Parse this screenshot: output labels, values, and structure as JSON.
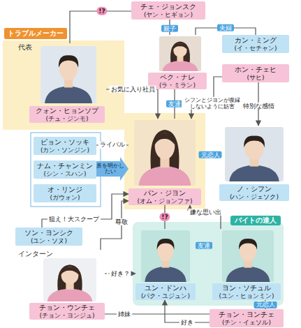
{
  "diagram": {
    "nodes": [
      {
        "text": [
          "チェ・ジョンスク",
          "(ヤン・ヒギョン)"
        ]
      },
      {
        "text": [
          "ペク・ナレ",
          "(ラ・ミラン)"
        ]
      },
      {
        "text": [
          "カン・ミング",
          "(イ・セチャン)"
        ]
      },
      {
        "text": [
          "トラブルメーカー"
        ]
      },
      {
        "text": [
          "代表",
          "クォン・ヒョンソプ",
          "(チュ・ジンモ)"
        ]
      },
      {
        "text": [
          "ホン・チェヒ",
          "(サヒ)"
        ]
      },
      {
        "text": [
          "パン・ジヨン",
          "(オム・ジョンファ)"
        ]
      },
      {
        "text": [
          "ビョン・ソッキ",
          "(カン・ソンジン)"
        ]
      },
      {
        "text": [
          "ナム・チャンミン",
          "(シン・スハン)"
        ]
      },
      {
        "text": [
          "オ・リンジ",
          "(ガウォン)"
        ]
      },
      {
        "text": [
          "ノ・シフン",
          "(ハン・ジェソク)"
        ]
      },
      {
        "text": [
          "ソン・ヨンシク",
          "(ユン・ソヌ)"
        ]
      },
      {
        "text": [
          "バイトの達人"
        ]
      },
      {
        "text": [
          "インターン",
          "チョン・ウンチェ",
          "(チョン・ヨンジュ)"
        ]
      },
      {
        "text": [
          "ユン・ドンハ",
          "(パク・ユジュン)"
        ],
        "in": 12
      },
      {
        "text": [
          "ヨン・ソチュル",
          "(ユン・ヒョンミン)"
        ],
        "in": 12
      },
      {
        "text": [
          "チョン・ヨンチェ",
          "(チン・イェソル)"
        ]
      }
    ],
    "edges": [
      {
        "from": 0,
        "to": 1,
        "label": "親子",
        "arrow": "none"
      },
      {
        "from": 1,
        "to": 2,
        "label": "夫婦",
        "arrow": "none"
      },
      {
        "from": 4,
        "to": 0,
        "label": "!?",
        "arrow": "none"
      },
      {
        "from": 4,
        "to": 6,
        "label": "お気に入り社員",
        "arrow": "to"
      },
      {
        "from": 1,
        "to": 6,
        "label": "友達",
        "arrow": "none"
      },
      {
        "from": 5,
        "to": 6,
        "label": "シフンとジヨンが復縁しないように妨害",
        "arrow": "to"
      },
      {
        "from": 5,
        "to": 10,
        "label": "特別な感情",
        "arrow": "to"
      },
      {
        "from": 7,
        "to": 6,
        "label": "ライバル",
        "arrow": "none"
      },
      {
        "from": 8,
        "to": 6,
        "label": "鼻を明かしたい",
        "arrow": "to"
      },
      {
        "from": 6,
        "to": 10,
        "label": "元恋人",
        "arrow": "none"
      },
      {
        "from": 11,
        "to": 6,
        "label": "狙え！大スクープ",
        "arrow": "to"
      },
      {
        "from": 13,
        "to": 6,
        "label": "尊敬",
        "arrow": "to"
      },
      {
        "from": 6,
        "to": 14,
        "label": "!?",
        "arrow": "none"
      },
      {
        "from": 15,
        "to": 6,
        "label": "嫌な思い出",
        "arrow": "to"
      },
      {
        "from": 13,
        "to": 14,
        "label": "好き？",
        "arrow": "to"
      },
      {
        "from": 14,
        "to": 15,
        "label": "友達",
        "arrow": "none"
      },
      {
        "from": 13,
        "to": 16,
        "label": "姉妹",
        "arrow": "none"
      },
      {
        "from": 16,
        "to": 14,
        "label": "好き",
        "arrow": "to"
      },
      {
        "from": 15,
        "to": 16,
        "label": "元恋人",
        "arrow": "none"
      }
    ]
  }
}
